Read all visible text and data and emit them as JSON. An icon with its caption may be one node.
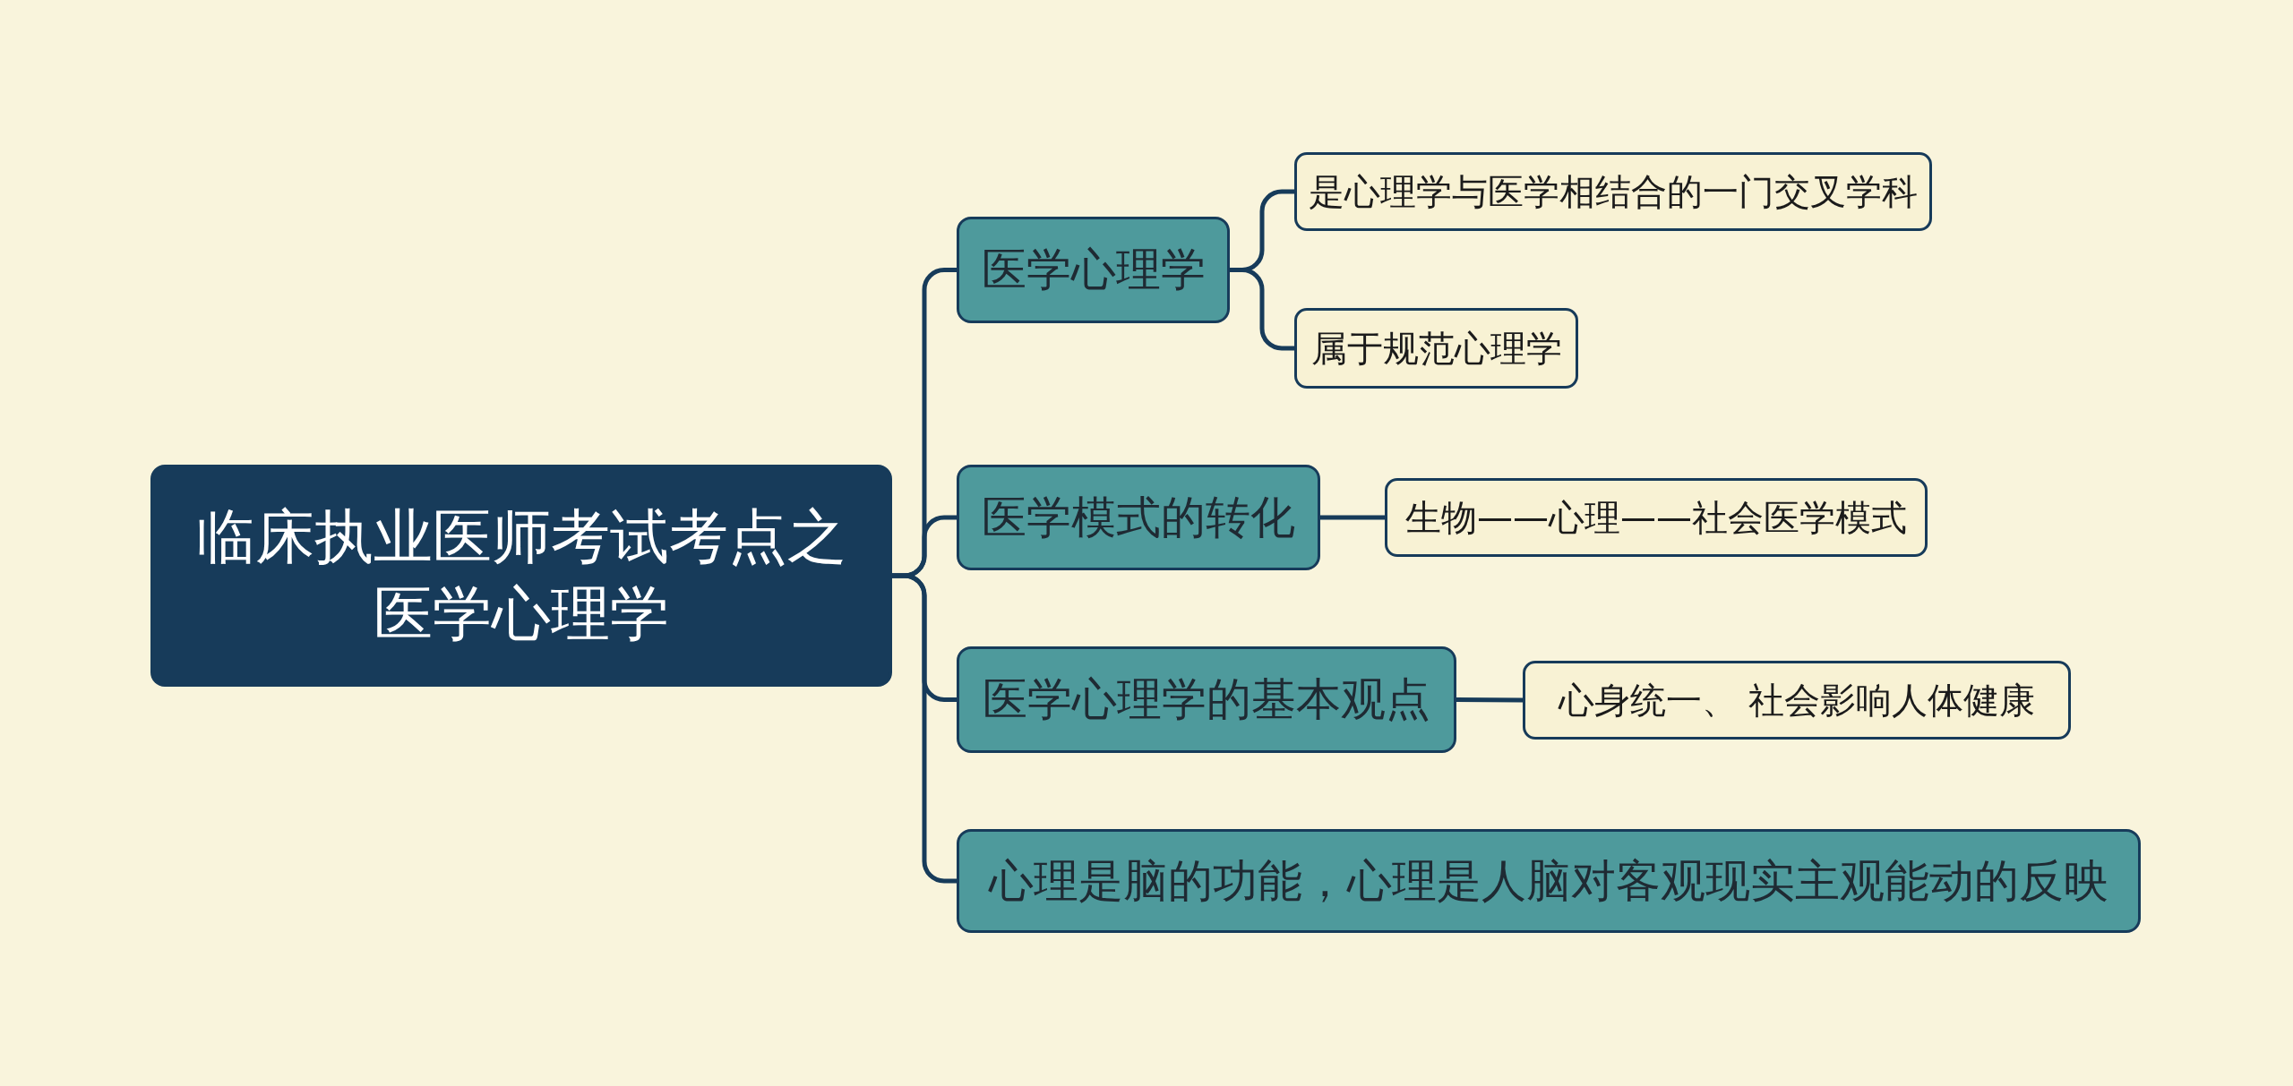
{
  "diagram": {
    "nodes": [
      {
        "text": [
          "临床执业医师考试考点之医学心理学"
        ]
      },
      {
        "text": [
          "医学心理学"
        ]
      },
      {
        "text": [
          "是心理学与医学相结合的一门交叉学科"
        ]
      },
      {
        "text": [
          "属于规范心理学"
        ]
      },
      {
        "text": [
          "医学模式的转化"
        ]
      },
      {
        "text": [
          "生物——心理——社会医学模式"
        ]
      },
      {
        "text": [
          "医学心理学的基本观点"
        ]
      },
      {
        "text": [
          "心身统一、 社会影响人体健康"
        ]
      },
      {
        "text": [
          "心理是脑的功能，心理是人脑对客观现实主观能动的反映"
        ]
      }
    ],
    "edges": [
      {
        "from": 0,
        "to": 1,
        "arrow": "none"
      },
      {
        "from": 0,
        "to": 4,
        "arrow": "none"
      },
      {
        "from": 0,
        "to": 6,
        "arrow": "none"
      },
      {
        "from": 0,
        "to": 8,
        "arrow": "none"
      },
      {
        "from": 1,
        "to": 2,
        "arrow": "none"
      },
      {
        "from": 1,
        "to": 3,
        "arrow": "none"
      },
      {
        "from": 4,
        "to": 5,
        "arrow": "none"
      },
      {
        "from": 6,
        "to": 7,
        "arrow": "none"
      }
    ]
  }
}
